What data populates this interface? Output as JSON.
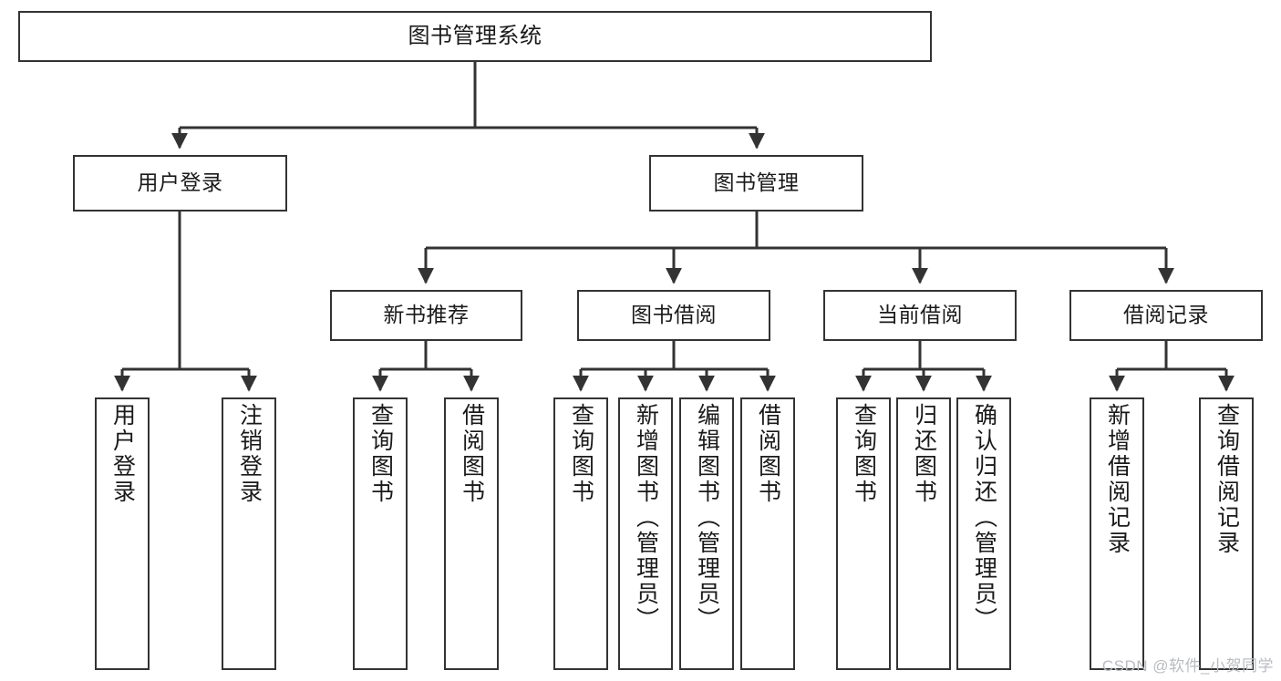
{
  "diagram": {
    "title": "图书管理系统",
    "type": "tree-hierarchy-chart",
    "watermark": "CSDN @软件_小贺同学",
    "colors": {
      "box_border": "#333333",
      "box_fill": "#ffffff",
      "edge": "#333333",
      "text": "#1a1a1a",
      "watermark": "#b9bcc0",
      "background": "#ffffff"
    }
  },
  "nodes": {
    "root": {
      "label": "图书管理系统"
    },
    "level2": [
      {
        "id": "user-login",
        "label": "用户登录"
      },
      {
        "id": "book-manage",
        "label": "图书管理"
      }
    ],
    "level3": [
      {
        "id": "new-book-recommend",
        "label": "新书推荐"
      },
      {
        "id": "book-borrow",
        "label": "图书借阅"
      },
      {
        "id": "current-borrow",
        "label": "当前借阅"
      },
      {
        "id": "borrow-record",
        "label": "借阅记录"
      }
    ],
    "leaves": {
      "user-login": [
        {
          "id": "leaf-user-login",
          "label": "用户登录"
        },
        {
          "id": "leaf-user-logout",
          "label": "注销登录"
        }
      ],
      "new-book-recommend": [
        {
          "id": "leaf-query-book-1",
          "label": "查询图书"
        },
        {
          "id": "leaf-borrow-book-1",
          "label": "借阅图书"
        }
      ],
      "book-borrow": [
        {
          "id": "leaf-query-book-2",
          "label": "查询图书"
        },
        {
          "id": "leaf-add-book",
          "label": "新增图书（管理员）"
        },
        {
          "id": "leaf-edit-book",
          "label": "编辑图书（管理员）"
        },
        {
          "id": "leaf-borrow-book-2",
          "label": "借阅图书"
        }
      ],
      "current-borrow": [
        {
          "id": "leaf-query-book-3",
          "label": "查询图书"
        },
        {
          "id": "leaf-return-book",
          "label": "归还图书"
        },
        {
          "id": "leaf-confirm-return",
          "label": "确认归还（管理员）"
        }
      ],
      "borrow-record": [
        {
          "id": "leaf-add-record",
          "label": "新增借阅记录"
        },
        {
          "id": "leaf-query-record",
          "label": "查询借阅记录"
        }
      ]
    }
  }
}
